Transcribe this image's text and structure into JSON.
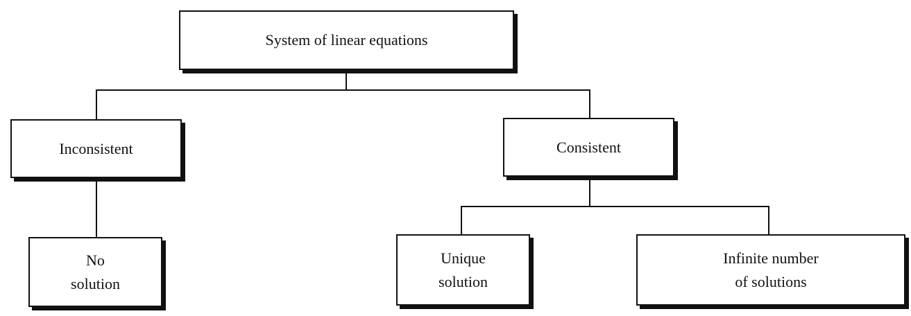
{
  "diagram": {
    "root": {
      "label": "System of linear equations"
    },
    "inconsistent": {
      "label": "Inconsistent"
    },
    "consistent": {
      "label": "Consistent"
    },
    "no_solution": {
      "line1": "No",
      "line2": "solution"
    },
    "unique_solution": {
      "line1": "Unique",
      "line2": "solution"
    },
    "infinite_solutions": {
      "line1": "Infinite number",
      "line2": "of solutions"
    }
  }
}
